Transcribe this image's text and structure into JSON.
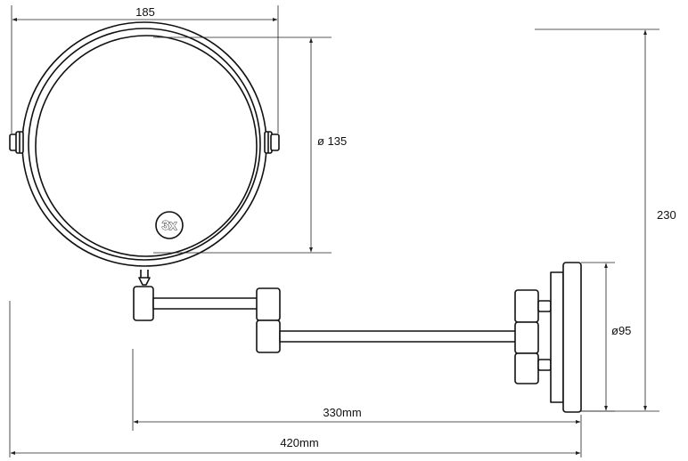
{
  "dimensions": {
    "width_top": "185",
    "mirror_diameter": "ø 135",
    "height_total": "230",
    "base_diameter": "ø95",
    "arm_length": "330mm",
    "total_length": "420mm"
  },
  "magnification_badge": "3x",
  "colors": {
    "line": "#111111",
    "background": "#ffffff"
  }
}
